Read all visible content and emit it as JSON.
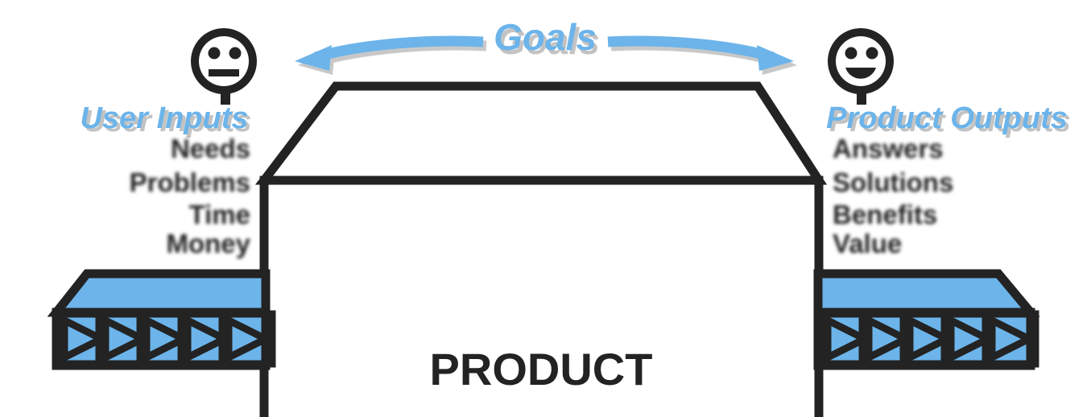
{
  "diagram": {
    "title_center": "Goals",
    "product_label": "PRODUCT",
    "colors": {
      "accent_blue": "#6CB4EA",
      "outline_dark": "#232323",
      "shadow_gray": "#9C9C9C",
      "background": "#FFFFFF"
    }
  },
  "left_side": {
    "heading": "User Inputs",
    "face_icon": "neutral-face-icon",
    "face_expression": "neutral",
    "items": [
      {
        "label": "Needs",
        "redacted": true
      },
      {
        "label": "Problems",
        "redacted": true
      },
      {
        "label": "Time",
        "redacted": true
      },
      {
        "label": "Money",
        "redacted": true
      }
    ],
    "conveyor": {
      "name": "input-conveyor",
      "segments": 5,
      "arrow_direction": "right",
      "bevel_side": "left"
    }
  },
  "right_side": {
    "heading": "Product Outputs",
    "face_icon": "smiley-face-icon",
    "face_expression": "smiling",
    "items": [
      {
        "label": "Answers",
        "redacted": true
      },
      {
        "label": "Solutions",
        "redacted": true
      },
      {
        "label": "Benefits",
        "redacted": true
      },
      {
        "label": "Value",
        "redacted": true
      }
    ],
    "conveyor": {
      "name": "output-conveyor",
      "segments": 5,
      "arrow_direction": "right",
      "bevel_side": "right"
    }
  },
  "center": {
    "goals_label": "Goals",
    "arrow_left": "curved-arrow-left-icon",
    "arrow_right": "curved-arrow-right-icon",
    "machine_shape": "trapezoid-hopper-over-rectangle"
  }
}
